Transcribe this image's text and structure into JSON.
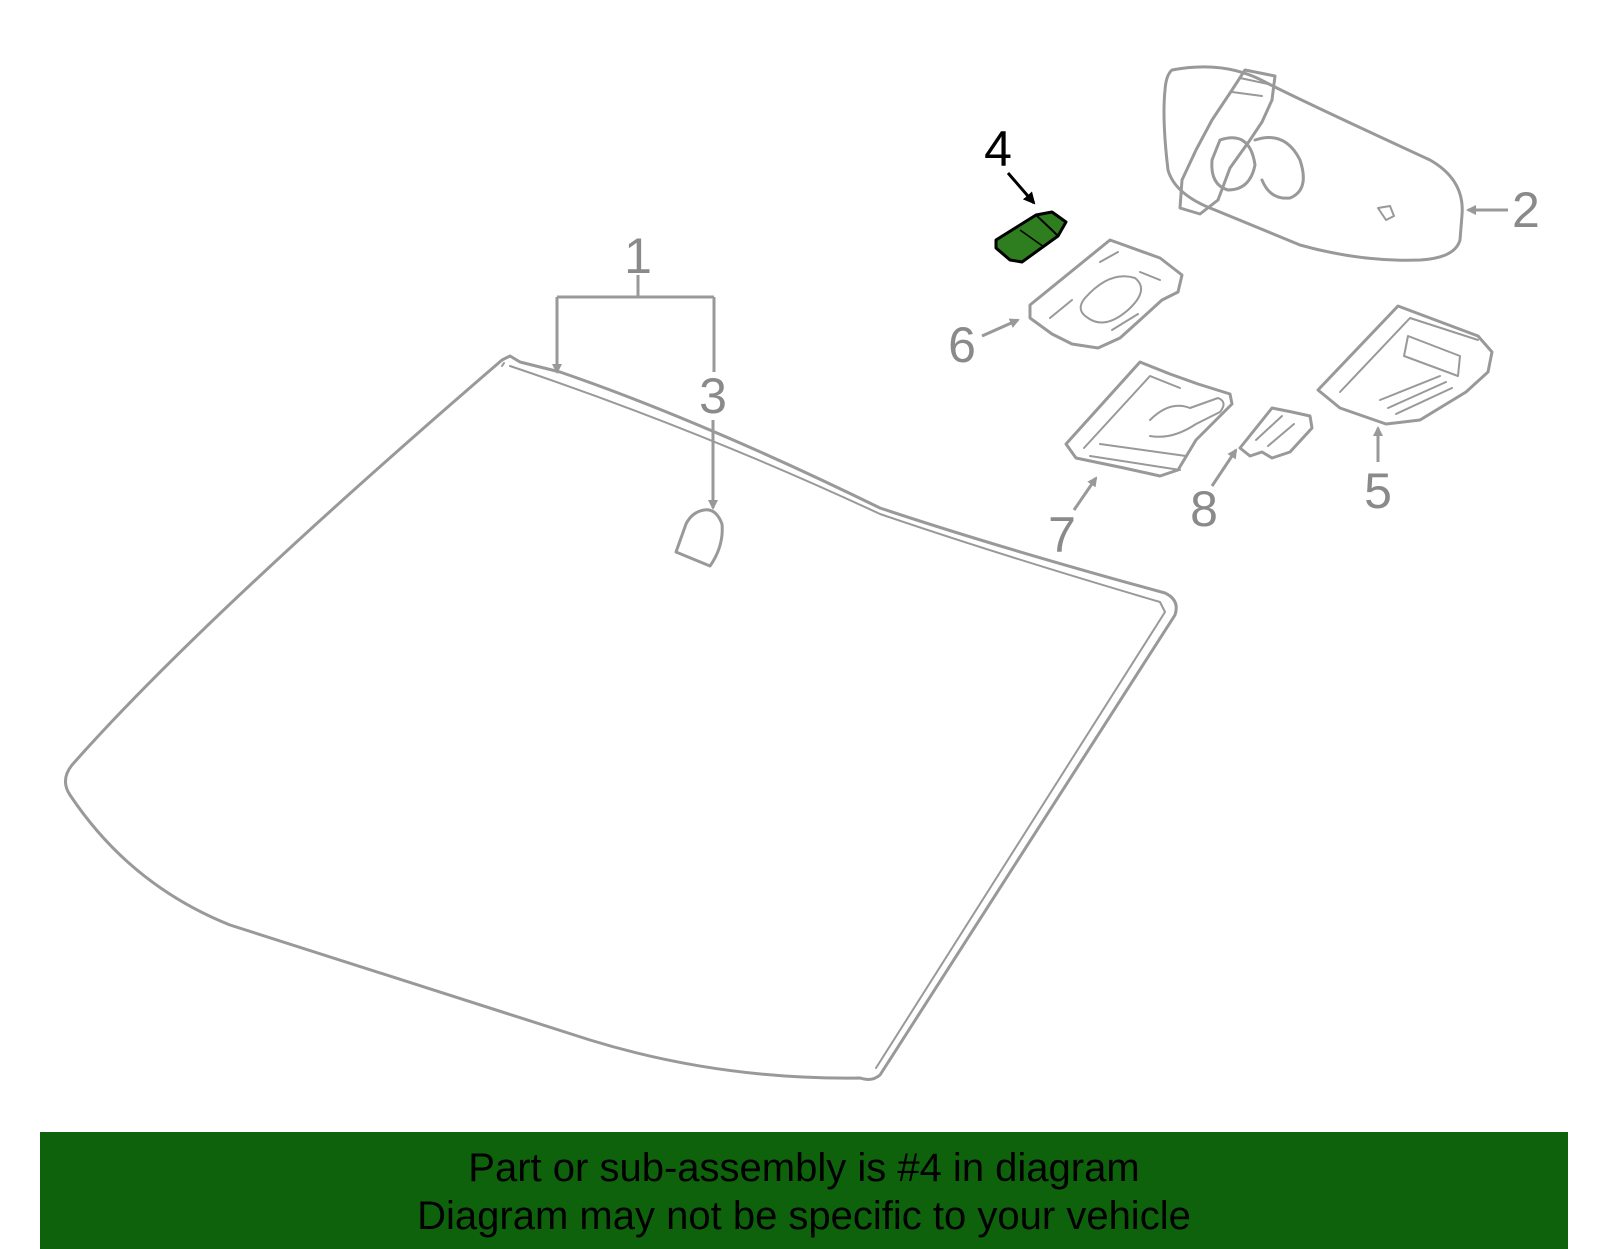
{
  "diagram": {
    "callouts": {
      "c1": "1",
      "c2": "2",
      "c3": "3",
      "c4": "4",
      "c5": "5",
      "c6": "6",
      "c7": "7",
      "c8": "8"
    },
    "highlighted_part": "4",
    "colors": {
      "highlight_fill": "#2e7d1e",
      "line": "#999999",
      "banner": "#0f620c"
    }
  },
  "banner": {
    "line1": "Part or sub-assembly is #4 in diagram",
    "line2": "Diagram may not be specific to your vehicle"
  }
}
